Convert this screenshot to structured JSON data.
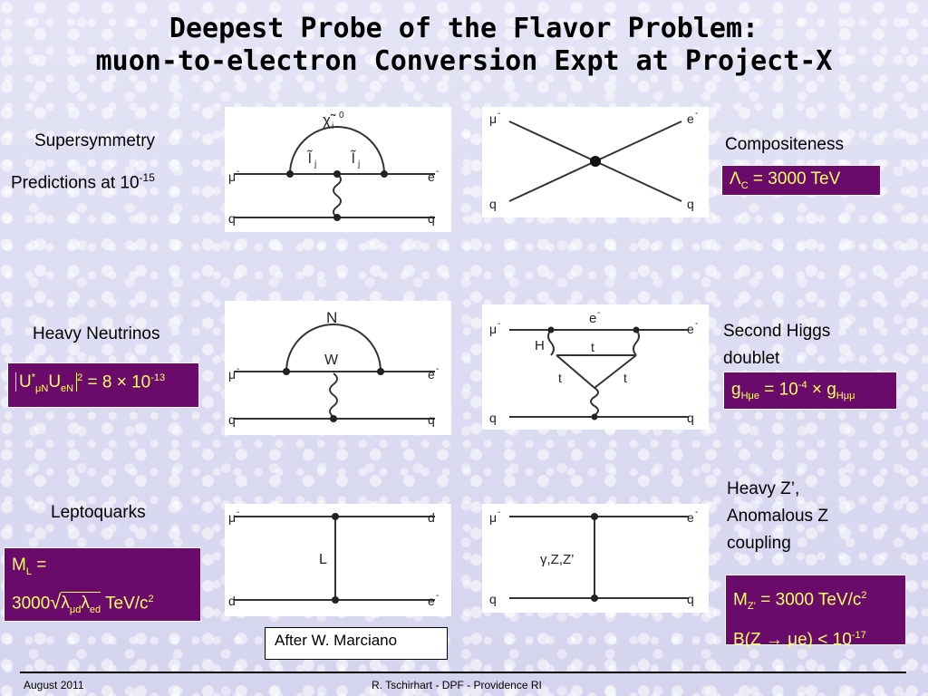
{
  "title": {
    "line1": "Deepest Probe of the Flavor Problem:",
    "line2": "muon-to-electron Conversion Expt at Project-X"
  },
  "sections": {
    "susy": {
      "label_line1": "Supersymmetry",
      "label_line2_base": "Predictions at 10",
      "label_line2_exp": "-15",
      "diagram": {
        "top": "χ̃",
        "sub_i": "i",
        "sup_0": "0",
        "l1": "l̃",
        "l1_sub": "j",
        "l2": "l̃",
        "l2_sub": "j",
        "in": "μ",
        "out": "e",
        "q_in": "q",
        "q_out": "q",
        "minus": "-"
      }
    },
    "compositeness": {
      "label": "Compositeness",
      "formula": {
        "sym": "Λ",
        "sub": "C",
        "rhs": " = 3000  TeV"
      },
      "diagram": {
        "in": "μ",
        "out": "e",
        "q_in": "q",
        "q_out": "q",
        "minus": "-"
      }
    },
    "heavy_neutrinos": {
      "label": "Heavy Neutrinos",
      "formula": {
        "u1": "U",
        "u1_sup": "*",
        "u1_sub": "μN",
        "u2": "U",
        "u2_sub": "eN",
        "pow": "2",
        "rhs": " = 8 × 10",
        "rhs_exp": "-13"
      },
      "diagram": {
        "top": "N",
        "mid": "W",
        "in": "μ",
        "out": "e",
        "q_in": "q",
        "q_out": "q",
        "minus": "-"
      }
    },
    "higgs": {
      "label_line1": "Second Higgs",
      "label_line2": "doublet",
      "formula": {
        "g1": "g",
        "g1_sub": "Hμe",
        "mid": " = 10",
        "mid_exp": "-4",
        "times": " × g",
        "g2_sub": "Hμμ"
      },
      "diagram": {
        "top": "e",
        "h": "H",
        "t1": "t",
        "t2": "t",
        "t3": "t",
        "in": "μ",
        "out": "e",
        "q_in": "q",
        "q_out": "q",
        "minus": "-"
      }
    },
    "leptoquarks": {
      "label": "Leptoquarks",
      "formula": {
        "line1_m": "M",
        "line1_sub": "L",
        "line1_eq": " =",
        "line2_num": "3000",
        "lam1": "λ",
        "lam1_sub": "μd",
        "lam2": "λ",
        "lam2_sub": "ed",
        "unit": " TeV/c",
        "unit_exp": "2"
      },
      "diagram": {
        "mid": "L",
        "in": "μ",
        "out_top": "d",
        "in_bot": "d",
        "out_bot": "e",
        "minus": "-"
      }
    },
    "zprime": {
      "label_line1": "Heavy Z’,",
      "label_line2": "Anomalous Z",
      "label_line3": "coupling",
      "formula": {
        "m": "M",
        "m_sub": "Z’",
        "rhs": " = 3000 TeV/c",
        "rhs_exp": "2",
        "line2": "B(Z → μe) < 10",
        "line2_exp": "-17"
      },
      "diagram": {
        "mid": "γ,Z,Z’",
        "in": "μ",
        "out": "e",
        "q_in": "q",
        "q_out": "q",
        "minus": "-"
      }
    }
  },
  "credit": "After W. Marciano",
  "footer": {
    "left": "August  2011",
    "center": "R. Tschirhart -  DPF - Providence RI"
  }
}
